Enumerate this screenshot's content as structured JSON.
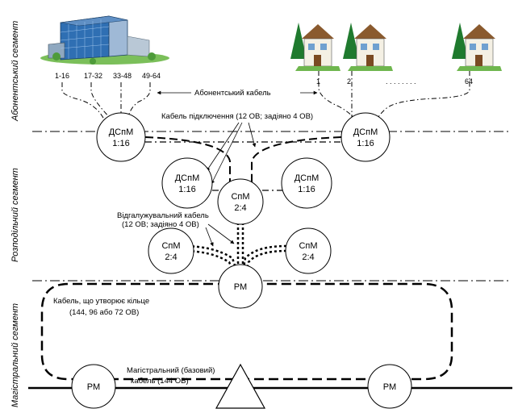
{
  "segments": {
    "subscriber": "Абонентський сегмент",
    "distribution": "Розподільчий сегмент",
    "trunk": "Магістральний сегмент"
  },
  "building_ports": [
    "1-16",
    "17-32",
    "33-48",
    "49-64"
  ],
  "house_numbers": [
    "1",
    "2",
    "64"
  ],
  "labels": {
    "subscriber_cable": "Абонентський кабель",
    "connection_cable": "Кабель підключення (12 ОВ; задіяно 4 ОВ)",
    "branch_cable_1": "Відгалужувальний кабель",
    "branch_cable_2": "(12 ОВ; задіяно 4 ОВ)",
    "ring_cable_1": "Кабель, що утворює кільце",
    "ring_cable_2": "(144, 96 або 72 ОВ)",
    "backbone_cable_1": "Магістральний (базовий)",
    "backbone_cable_2": "кабель (144 ОВ)"
  },
  "nodes": {
    "dspm_left": {
      "line1": "ДСпМ",
      "line2": "1:16"
    },
    "dspm_right": {
      "line1": "ДСпМ",
      "line2": "1:16"
    },
    "dspm_mid_left": {
      "line1": "ДСпМ",
      "line2": "1:16"
    },
    "dspm_mid_right": {
      "line1": "ДСпМ",
      "line2": "1:16"
    },
    "spm_center": {
      "line1": "СпМ",
      "line2": "2:4"
    },
    "spm_left": {
      "line1": "СпМ",
      "line2": "2:4"
    },
    "spm_right": {
      "line1": "СпМ",
      "line2": "2:4"
    },
    "rm_top": "РМ",
    "rm_left": "РМ",
    "rm_right": "РМ"
  }
}
